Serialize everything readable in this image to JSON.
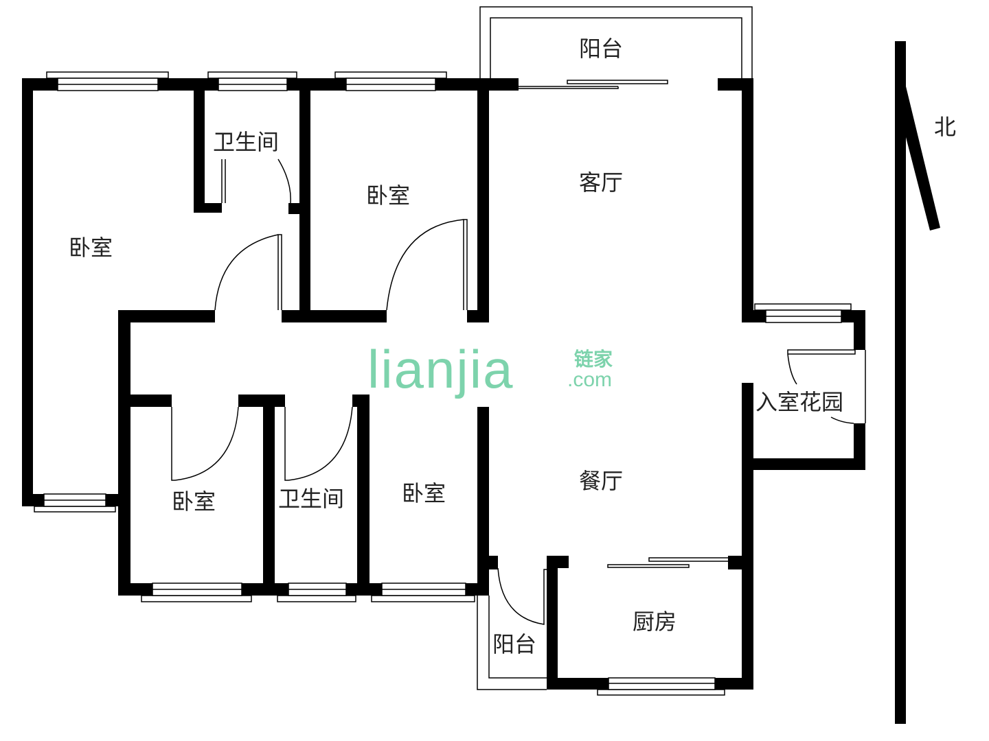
{
  "rooms": {
    "bedroom_master": "卧室",
    "bathroom_top": "卫生间",
    "bedroom_top": "卧室",
    "balcony_top": "阳台",
    "living_room": "客厅",
    "entrance_garden": "入室花园",
    "bedroom_small": "卧室",
    "bathroom_bottom": "卫生间",
    "bedroom_bottom": "卧室",
    "dining_room": "餐厅",
    "balcony_bottom": "阳台",
    "kitchen": "厨房"
  },
  "compass": {
    "north_label": "北"
  },
  "watermark": {
    "brand": "lianjia",
    "brand_cn": "链家",
    "domain": ".com",
    "color": "#7dd3ac"
  },
  "colors": {
    "wall": "#000000",
    "line": "#000000"
  }
}
